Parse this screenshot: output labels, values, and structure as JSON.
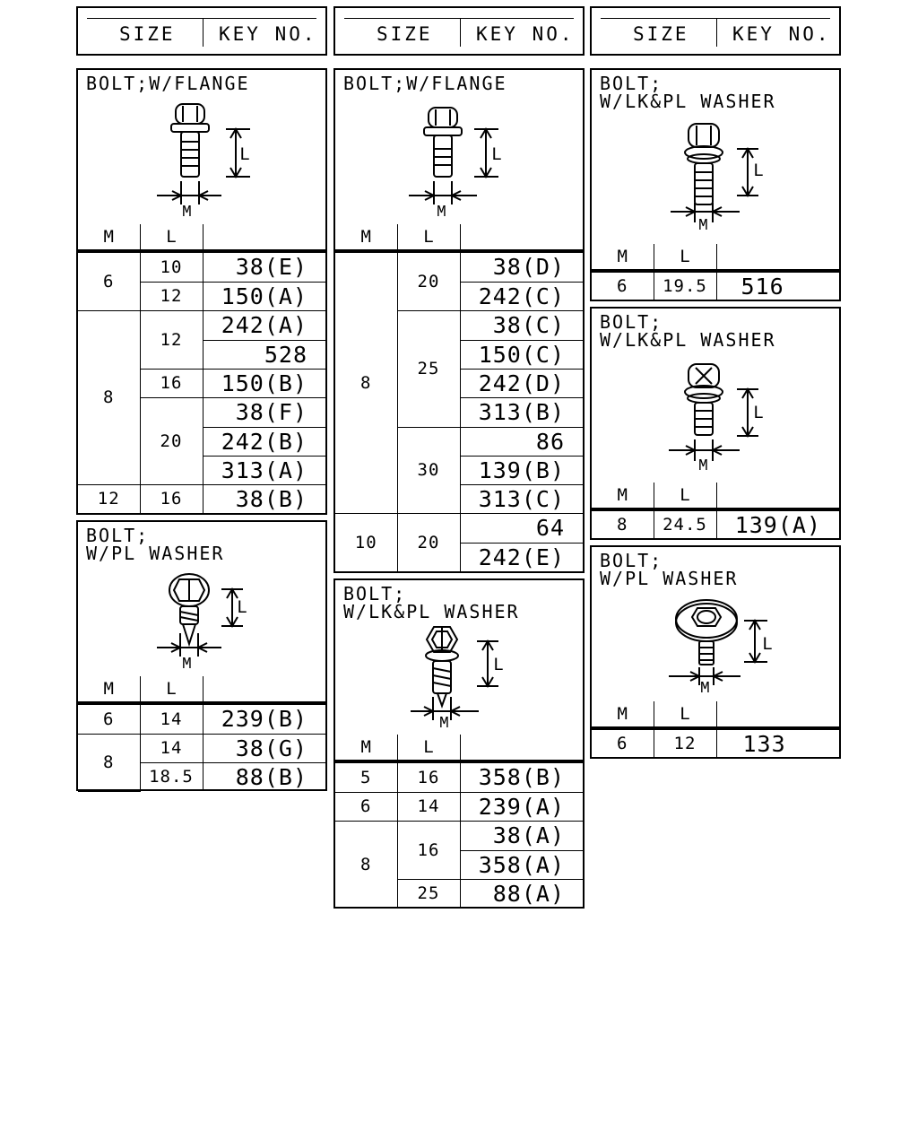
{
  "header": {
    "size_label": "SIZE",
    "key_no_label": "KEY NO."
  },
  "columns": {
    "m_label": "M",
    "l_label": "L"
  },
  "diagram_labels": {
    "length": "L",
    "diameter": "M"
  },
  "icons": [
    "flange-bolt-icon",
    "plain-washer-bolt-icon",
    "lock-and-plain-washer-bolt-icon",
    "cross-head-bolt-icon",
    "large-washer-bolt-icon"
  ],
  "sections": [
    {
      "title": "BOLT;W/FLANGE",
      "groups": [
        {
          "m": "6",
          "rows": [
            {
              "l": "10",
              "keys": [
                "38(E)"
              ]
            },
            {
              "l": "12",
              "keys": [
                "150(A)"
              ]
            }
          ]
        },
        {
          "m": "8",
          "rows": [
            {
              "l": "12",
              "keys": [
                "242(A)",
                "528"
              ]
            },
            {
              "l": "16",
              "keys": [
                "150(B)"
              ]
            },
            {
              "l": "20",
              "keys": [
                "38(F)",
                "242(B)",
                "313(A)"
              ]
            }
          ]
        },
        {
          "m": "12",
          "rows": [
            {
              "l": "16",
              "keys": [
                "38(B)"
              ]
            }
          ]
        }
      ]
    },
    {
      "title": "BOLT;\nW/PL WASHER",
      "groups": [
        {
          "m": "6",
          "rows": [
            {
              "l": "14",
              "keys": [
                "239(B)"
              ]
            }
          ]
        },
        {
          "m": "8",
          "rows": [
            {
              "l": "14",
              "keys": [
                "38(G)"
              ]
            },
            {
              "l": "18.5",
              "keys": [
                "88(B)"
              ]
            }
          ]
        }
      ]
    },
    {
      "title": "BOLT;W/FLANGE",
      "groups": [
        {
          "m": "8",
          "rows": [
            {
              "l": "20",
              "keys": [
                "38(D)",
                "242(C)"
              ]
            },
            {
              "l": "25",
              "keys": [
                "38(C)",
                "150(C)",
                "242(D)",
                "313(B)"
              ]
            },
            {
              "l": "30",
              "keys": [
                "86",
                "139(B)",
                "313(C)"
              ]
            }
          ]
        },
        {
          "m": "10",
          "rows": [
            {
              "l": "20",
              "keys": [
                "64",
                "242(E)"
              ]
            }
          ]
        }
      ]
    },
    {
      "title": "BOLT;\nW/LK&PL WASHER",
      "groups": [
        {
          "m": "5",
          "rows": [
            {
              "l": "16",
              "keys": [
                "358(B)"
              ]
            }
          ]
        },
        {
          "m": "6",
          "rows": [
            {
              "l": "14",
              "keys": [
                "239(A)"
              ]
            }
          ]
        },
        {
          "m": "8",
          "rows": [
            {
              "l": "16",
              "keys": [
                "38(A)",
                "358(A)"
              ]
            },
            {
              "l": "25",
              "keys": [
                "88(A)"
              ]
            }
          ]
        }
      ]
    },
    {
      "title": "BOLT;\nW/LK&PL WASHER",
      "groups": [
        {
          "m": "6",
          "rows": [
            {
              "l": "19.5",
              "keys": [
                "516"
              ]
            }
          ]
        }
      ]
    },
    {
      "title": "BOLT;\nW/LK&PL WASHER",
      "groups": [
        {
          "m": "8",
          "rows": [
            {
              "l": "24.5",
              "keys": [
                "139(A)"
              ]
            }
          ]
        }
      ]
    },
    {
      "title": "BOLT;\nW/PL WASHER",
      "groups": [
        {
          "m": "6",
          "rows": [
            {
              "l": "12",
              "keys": [
                "133"
              ]
            }
          ]
        }
      ]
    }
  ]
}
